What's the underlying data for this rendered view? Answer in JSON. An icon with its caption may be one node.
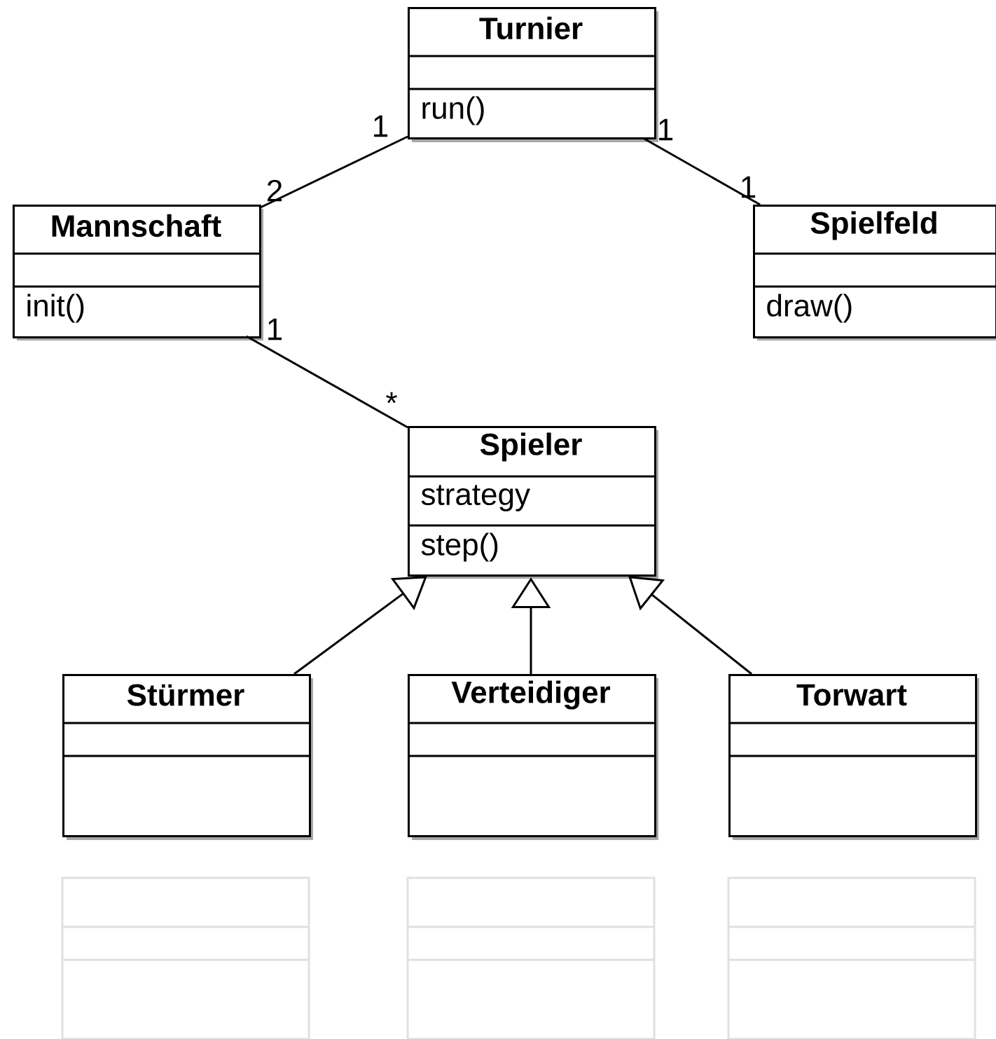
{
  "diagram": {
    "nodes": [
      {
        "text": [
          "Turnier",
          "run()"
        ]
      },
      {
        "text": [
          "Mannschaft",
          "init()"
        ]
      },
      {
        "text": [
          "Spielfeld",
          "draw()"
        ]
      },
      {
        "text": [
          "Spieler",
          "strategy",
          "step()"
        ]
      },
      {
        "text": [
          "Stürmer"
        ]
      },
      {
        "text": [
          "Verteidiger"
        ]
      },
      {
        "text": [
          "Torwart"
        ]
      }
    ],
    "edges": [
      {
        "from": 0,
        "to": 1,
        "arrow": "none"
      },
      {
        "from": 0,
        "to": 2,
        "arrow": "none"
      },
      {
        "from": 1,
        "to": 3,
        "arrow": "none"
      },
      {
        "from": 4,
        "to": 3,
        "arrow": "to"
      },
      {
        "from": 5,
        "to": 3,
        "arrow": "to"
      },
      {
        "from": 6,
        "to": 3,
        "arrow": "to"
      }
    ],
    "labels": [
      "1",
      "2",
      "1",
      "1",
      "1",
      "*"
    ]
  }
}
